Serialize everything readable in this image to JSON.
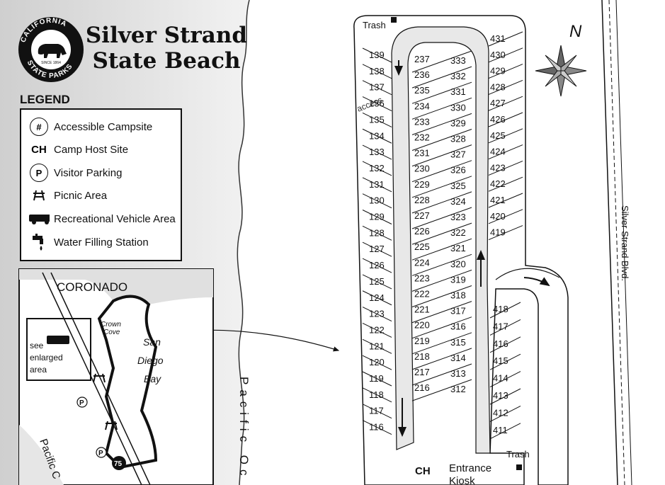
{
  "map": {
    "title_line1": "Silver Strand",
    "title_line2": "State Beach",
    "logo_text_top": "CALIFORNIA",
    "logo_text_bottom": "STATE PARKS",
    "logo_since": "SINCE 1864",
    "north_label": "N",
    "road_label": "Silver Strand Blvd.",
    "trash_label": "Trash",
    "access_label": "access",
    "camp_host_label": "CH",
    "entrance_label_line1": "Entrance",
    "entrance_label_line2": "Kiosk",
    "ocean_label": "Pacific Oc",
    "inset_ocean_label": "Pacific C"
  },
  "legend": {
    "title": "LEGEND",
    "items": [
      {
        "symbol": "#",
        "label": "Accessible Campsite",
        "icon": "accessible-icon"
      },
      {
        "symbol": "CH",
        "label": "Camp Host Site",
        "icon": "camp-host-icon"
      },
      {
        "symbol": "P",
        "label": "Visitor Parking",
        "icon": "parking-icon"
      },
      {
        "symbol": "",
        "label": "Picnic Area",
        "icon": "picnic-table-icon"
      },
      {
        "symbol": "",
        "label": "Recreational Vehicle Area",
        "icon": "rv-icon"
      },
      {
        "symbol": "",
        "label": "Water Filling Station",
        "icon": "water-faucet-icon"
      }
    ]
  },
  "inset": {
    "city_label": "CORONADO",
    "cove_label_line1": "Crown",
    "cove_label_line2": "Cove",
    "bay_label_line1": "San",
    "bay_label_line2": "Diego",
    "bay_label_line3": "Bay",
    "enlarged_line1": "see",
    "enlarged_line2": "enlarged",
    "enlarged_line3": "area",
    "highway_number": "75",
    "parking_symbol": "P"
  },
  "sites": {
    "col1": [
      "139",
      "138",
      "137",
      "136",
      "135",
      "134",
      "133",
      "132",
      "131",
      "130",
      "129",
      "128",
      "127",
      "126",
      "125",
      "124",
      "123",
      "122",
      "121",
      "120",
      "119",
      "118",
      "117",
      "116"
    ],
    "col2": [
      "237",
      "236",
      "235",
      "234",
      "233",
      "232",
      "231",
      "230",
      "229",
      "228",
      "227",
      "226",
      "225",
      "224",
      "223",
      "222",
      "221",
      "220",
      "219",
      "218",
      "217",
      "216"
    ],
    "col3": [
      "333",
      "332",
      "331",
      "330",
      "329",
      "328",
      "327",
      "326",
      "325",
      "324",
      "323",
      "322",
      "321",
      "320",
      "319",
      "318",
      "317",
      "316",
      "315",
      "314",
      "313",
      "312"
    ],
    "col4_top": [
      "431",
      "430",
      "429",
      "428",
      "427",
      "426",
      "425",
      "424",
      "423",
      "422",
      "421",
      "420",
      "419"
    ],
    "col4_bottom": [
      "418",
      "417",
      "416",
      "415",
      "414",
      "413",
      "412",
      "411"
    ]
  }
}
